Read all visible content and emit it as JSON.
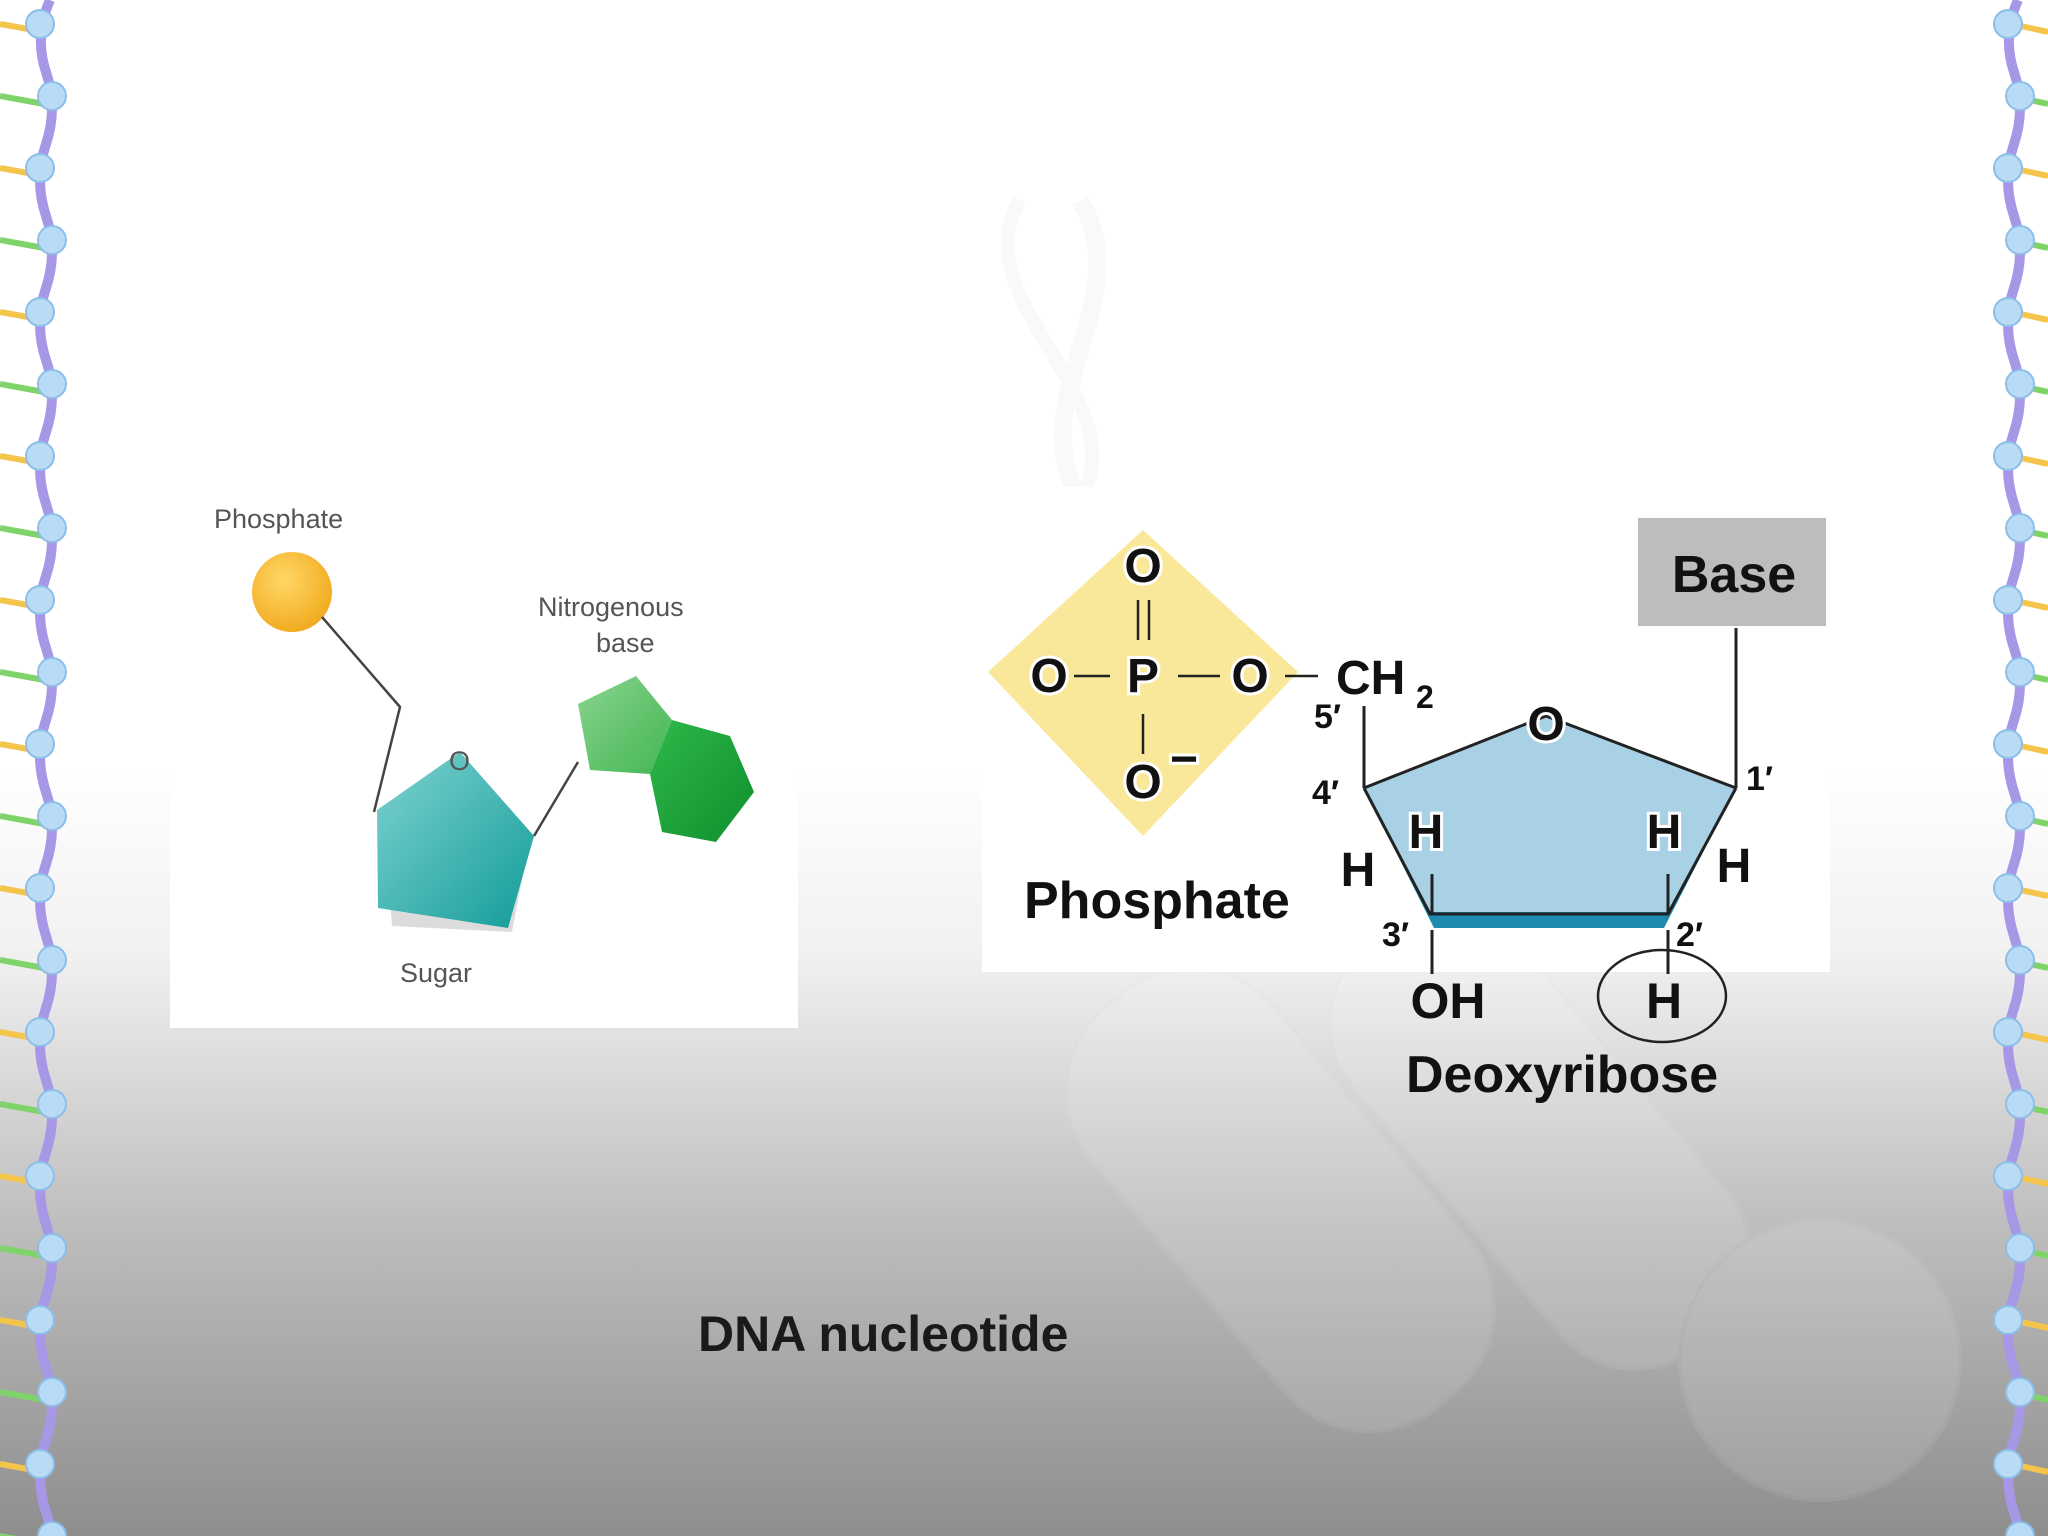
{
  "simple_diagram": {
    "phosphate_label": "Phosphate",
    "sugar_ring_o": "O",
    "nitrogenous_base_label_line1": "Nitrogenous",
    "nitrogenous_base_label_line2": "base",
    "sugar_label": "Sugar",
    "phosphate_color": "#f5b92e",
    "sugar_color": "#2eb3b1",
    "base_color": "#3dbb55"
  },
  "structure_diagram": {
    "phosphate_o_top": "O",
    "phosphate_o_left": "O",
    "phosphate_p": "P",
    "phosphate_o_right": "O",
    "phosphate_o_bottom": "O",
    "phosphate_charge": "−",
    "ch2_text": "CH",
    "ch2_sub": "2",
    "ring_o": "O",
    "carbon_5": "5′",
    "carbon_4": "4′",
    "carbon_3": "3′",
    "carbon_2": "2′",
    "carbon_1": "1′",
    "h_4_inner": "H",
    "h_4_outer": "H",
    "h_1_inner": "H",
    "h_1_outer": "H",
    "oh_3": "OH",
    "h_2": "H",
    "base_label": "Base",
    "phosphate_label": "Phosphate",
    "deoxyribose_label": "Deoxyribose",
    "phosphate_color": "#fae89a",
    "ring_color": "#a9d1e6",
    "ring_edge_color": "#1e8ab0",
    "base_box_color": "#bdbdbd"
  },
  "caption": "DNA nucleotide"
}
